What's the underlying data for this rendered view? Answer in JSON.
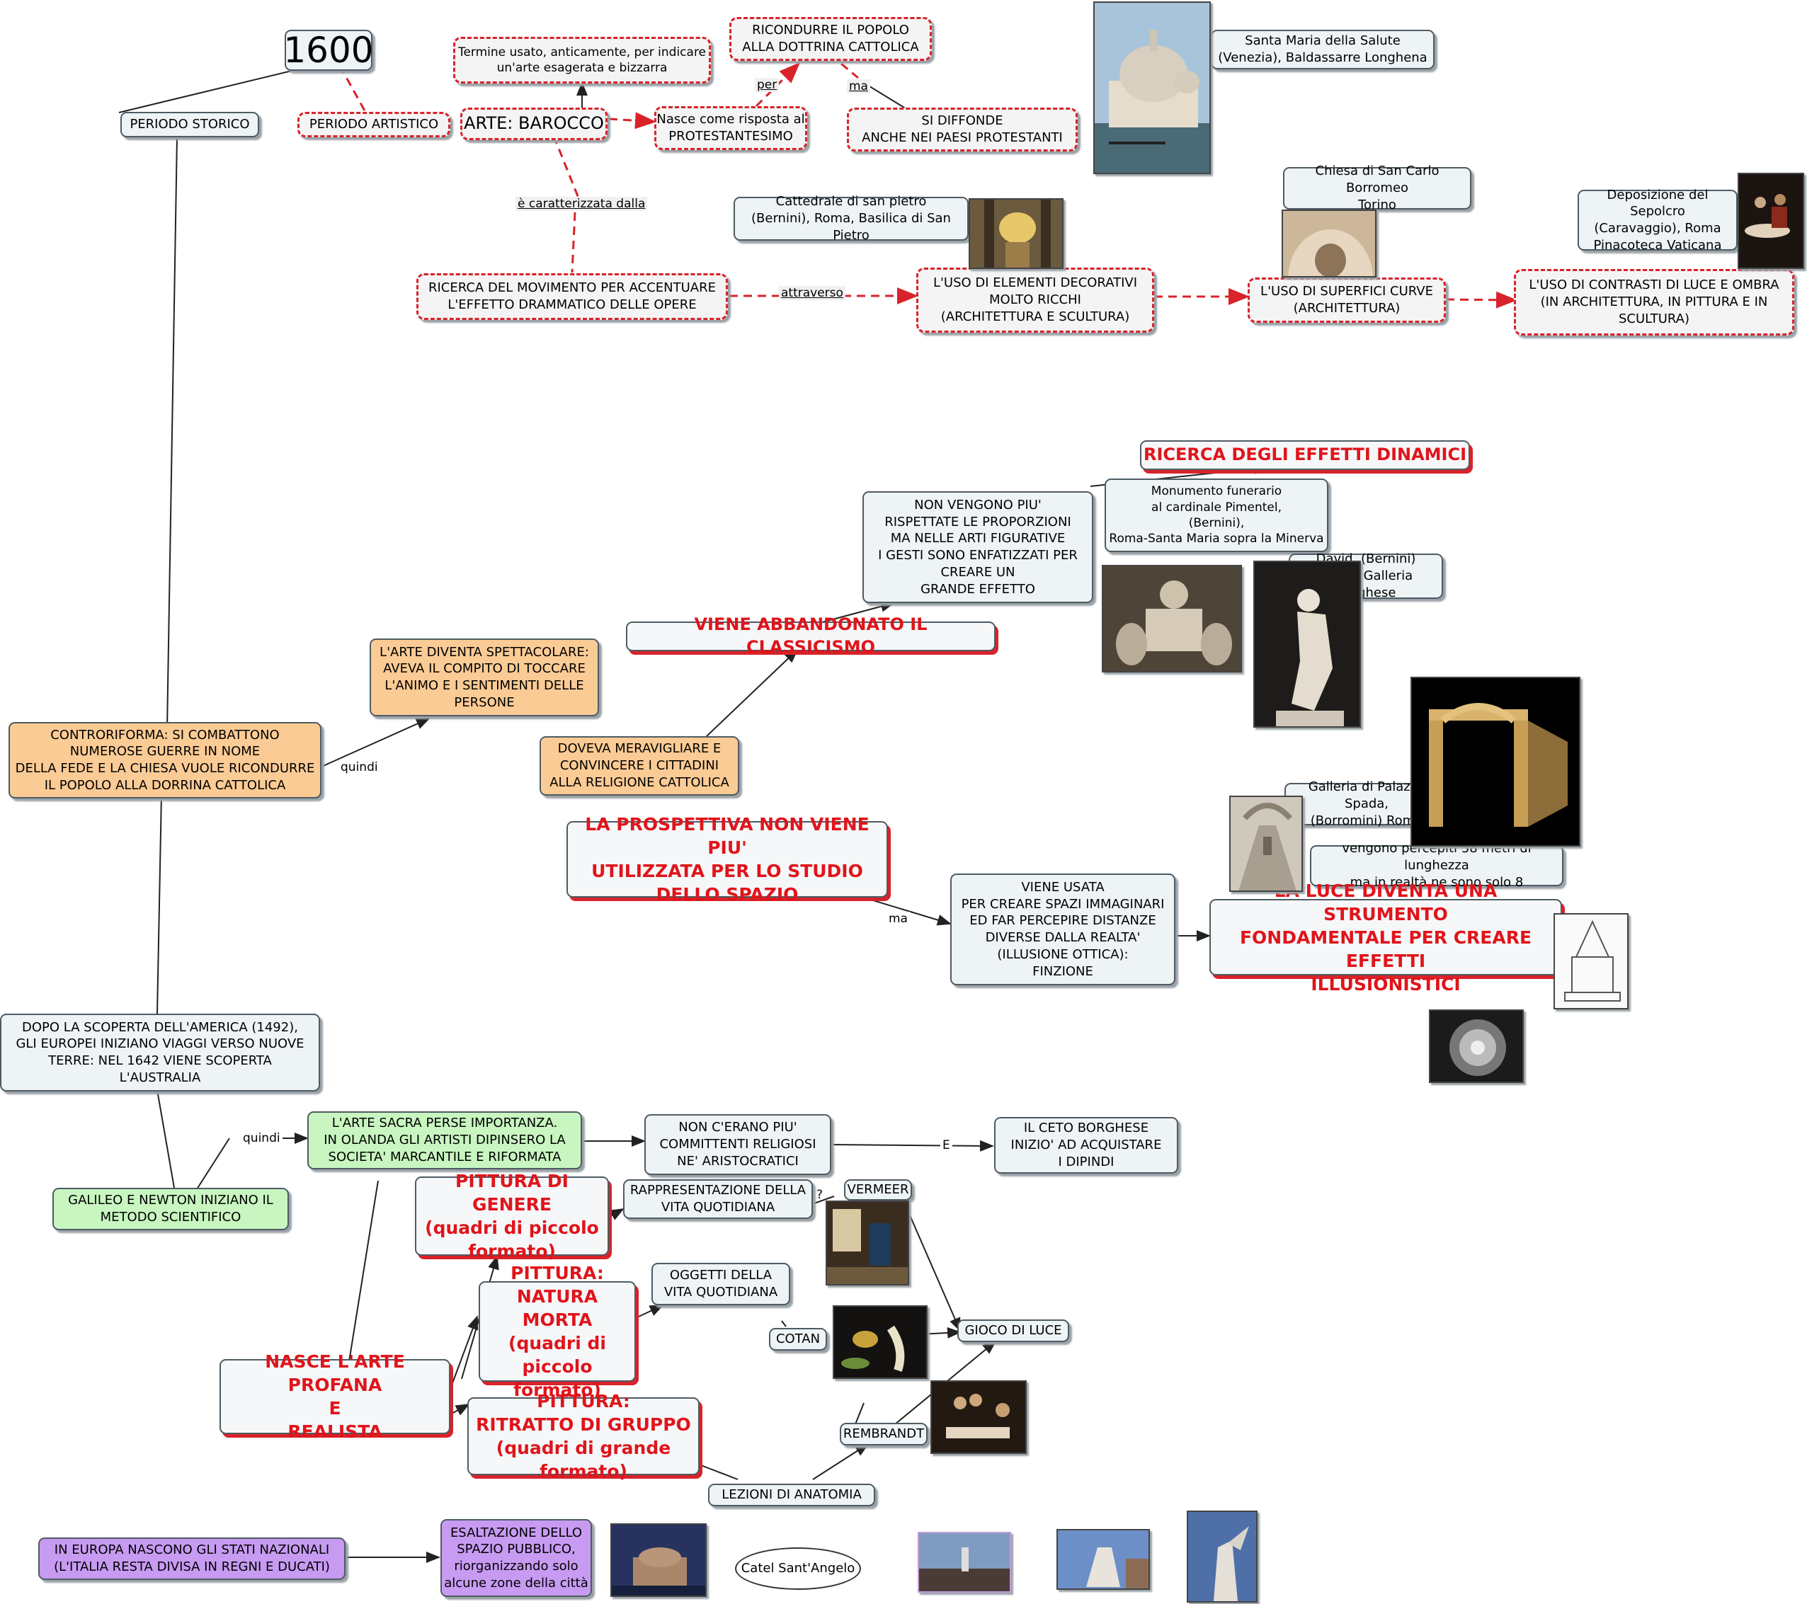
{
  "map": {
    "title_1600": "1600",
    "periodo_storico": "PERIODO STORICO",
    "periodo_artistico": "PERIODO ARTISTICO",
    "arte_barocco": "ARTE: BAROCCO",
    "termine": "Termine usato, anticamente, per indicare\nun'arte esagerata e bizzarra",
    "nasce_risposta": "Nasce come risposta al\nPROTESTANTESIMO",
    "ricondurre": "RICONDURRE IL POPOLO\nALLA DOTTRINA CATTOLICA",
    "si_diffonde": "SI DIFFONDE\nANCHE NEI PAESI PROTESTANTI",
    "santa_maria": "Santa Maria della Salute\n(Venezia), Baldassarre Longhena",
    "ricerca_movimento": "RICERCA DEL MOVIMENTO PER ACCENTUARE\nL'EFFETTO DRAMMATICO DELLE OPERE",
    "cattedrale": "Cattedrale di san pietro\n(Bernini), Roma, Basilica di San Pietro",
    "uso_decorativi": "L'USO DI ELEMENTI DECORATIVI\nMOLTO RICCHI\n(ARCHITETTURA E SCULTURA)",
    "chiesa_borromeo": "Chiesa di San Carlo Borromeo\nTorino",
    "uso_curve": "L'USO DI SUPERFICI CURVE\n(ARCHITETTURA)",
    "deposizione": "Deposizione del Sepolcro\n(Caravaggio), Roma\nPinacoteca Vaticana",
    "uso_contrasti": "L'USO DI CONTRASTI DI LUCE E OMBRA\n(IN ARCHITETTURA, IN PITTURA E IN\nSCULTURA)",
    "ricerca_dinamici": "RICERCA DEGLI EFFETTI DINAMICI",
    "non_vengono": "NON VENGONO PIU'\nRISPETTATE LE PROPORZIONI\nMA NELLE ARTI FIGURATIVE\nI GESTI SONO ENFATIZZATI PER\nCREARE UN\nGRANDE EFFETTO",
    "monumento": "Monumento funerario\nal cardinale Pimentel,\n(Bernini),\nRoma-Santa Maria sopra la Minerva",
    "david": "David, (Bernini)\nRoma, Galleria Borghese",
    "abbandonato": "VIENE ABBANDONATO IL CLASSICISMO",
    "spettacolare": "L'ARTE DIVENTA SPETTACOLARE:\nAVEVA IL COMPITO DI TOCCARE\nL'ANIMO E I SENTIMENTI DELLE\nPERSONE",
    "controriforma": "CONTRORIFORMA: SI COMBATTONO\nNUMEROSE GUERRE IN NOME\nDELLA FEDE E LA CHIESA VUOLE RICONDURRE\nIL POPOLO ALLA DORRINA CATTOLICA",
    "meravigliare": "DOVEVA MERAVIGLIARE E\nCONVINCERE I CITTADINI\nALLA RELIGIONE CATTOLICA",
    "galleria_spada": "Galleria di Palazzo Spada,\n(Borromini) Roma",
    "percepiti": "vengono percepiti 38 metri di lunghezza\nma in realtà ne sono solo 8",
    "prospettiva": "LA PROSPETTIVA NON VIENE PIU'\nUTILIZZATA PER LO STUDIO\nDELLO SPAZIO",
    "viene_usata": "VIENE USATA\nPER CREARE SPAZI IMMAGINARI\nED FAR PERCEPIRE DISTANZE\nDIVERSE DALLA REALTA'\n(ILLUSIONE OTTICA):\nFINZIONE",
    "luce_strumento": "LA LUCE DIVENTA UNA STRUMENTO\nFONDAMENTALE PER CREARE EFFETTI\nILLUSIONISTICI",
    "dopo_scoperta": "DOPO LA SCOPERTA DELL'AMERICA (1492),\nGLI EUROPEI INIZIANO VIAGGI VERSO NUOVE\nTERRE: NEL 1642 VIENE SCOPERTA\nL'AUSTRALIA",
    "arte_sacra": "L'ARTE SACRA PERSE IMPORTANZA.\nIN OLANDA GLI ARTISTI DIPINSERO LA\nSOCIETA' MARCANTILE E RIFORMATA",
    "committenti": "NON C'ERANO PIU'\nCOMMITTENTI RELIGIOSI\nNE' ARISTOCRATICI",
    "ceto": "IL CETO BORGHESE\nINIZIO' AD ACQUISTARE\nI DIPINDI",
    "galileo": "GALILEO E NEWTON INIZIANO IL\nMETODO SCIENTIFICO",
    "pittura_genere": "PITTURA DI GENERE\n(quadri di piccolo\nformato)",
    "rappresentazione": "RAPPRESENTAZIONE DELLA\nVITA QUOTIDIANA",
    "vermeer": "VERMEER",
    "oggetti": "OGGETTI DELLA\nVITA QUOTIDIANA",
    "natura_morta": "PITTURA:\nNATURA MORTA\n(quadri di piccolo\nformato)",
    "cotan": "COTAN",
    "gioco_luce": "GIOCO DI LUCE",
    "arte_profana": "NASCE L'ARTE PROFANA\nE\nREALISTA",
    "ritratto": "PITTURA:\nRITRATTO DI GRUPPO\n(quadri di grande formato)",
    "rembrandt": "REMBRANDT",
    "lezioni": "LEZIONI DI ANATOMIA",
    "stati": "IN EUROPA NASCONO GLI STATI NAZIONALI\n(L'ITALIA RESTA DIVISA IN REGNI E DUCATI)",
    "esaltazione": "ESALTAZIONE DELLO\nSPAZIO PUBBLICO,\nriorganizzando solo\nalcune zone della città",
    "catel": "Catel Sant'Angelo"
  },
  "links": {
    "per": "per",
    "ma1": "ma",
    "caratterizzata": "è caratterizzata dalla",
    "attraverso": "attraverso",
    "quindi1": "quindi",
    "ma2": "ma",
    "quindi2": "quindi",
    "e": "E",
    "q": "?"
  },
  "colors": {
    "dashed_border": "#d8232a",
    "red_text": "#e0141b",
    "orange_node": "#fbcb95",
    "green_node": "#c8f5c0",
    "purple_node": "#c79bf2"
  }
}
